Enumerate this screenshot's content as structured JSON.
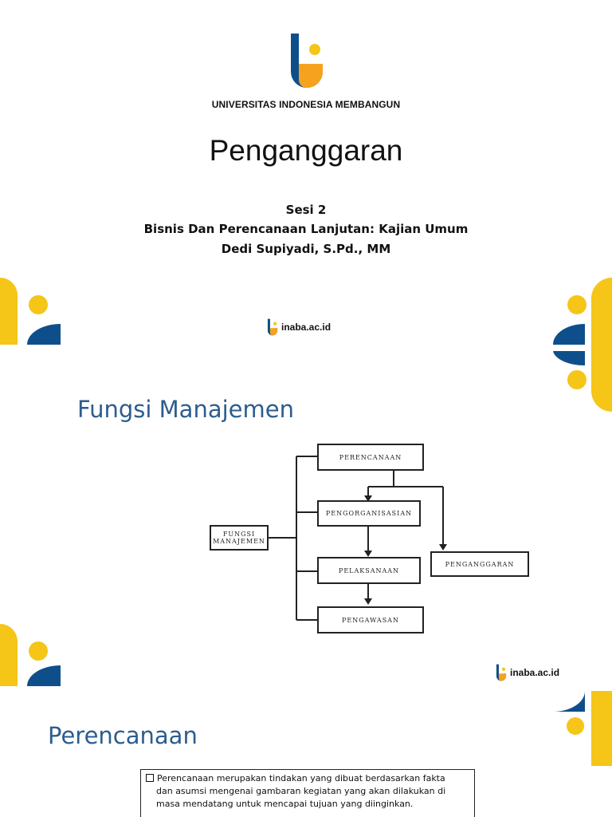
{
  "slide1": {
    "university": "UNIVERSITAS INDONESIA MEMBANGUN",
    "title": "Penganggaran",
    "session": "Sesi 2",
    "subtitle": "Bisnis Dan Perencanaan Lanjutan: Kajian Umum",
    "presenter": "Dedi Supiyadi, S.Pd., MM",
    "website": "inaba.ac.id"
  },
  "slide2": {
    "heading": "Fungsi Manajemen",
    "website": "inaba.ac.id",
    "diagram": {
      "root": "FUNGSI\nMANAJEMEN",
      "perencanaan": "PERENCANAAN",
      "pengorganisasian": "PENGORGANISASIAN",
      "pelaksanaan": "PELAKSANAAN",
      "pengawasan": "PENGAWASAN",
      "penganggaran": "PENGANGGARAN"
    }
  },
  "slide3": {
    "heading": "Perencanaan",
    "bullet_lines": [
      "Perencanaan merupakan tindakan yang dibuat berdasarkan fakta",
      "dan asumsi mengenai gambaran kegiatan yang akan dilakukan di",
      "masa mendatang untuk mencapai tujuan yang diinginkan."
    ]
  },
  "colors": {
    "brand_blue": "#0e4f8b",
    "brand_yellow": "#f5c518",
    "brand_orange": "#f6a21e",
    "heading_blue": "#2c5d8f"
  }
}
